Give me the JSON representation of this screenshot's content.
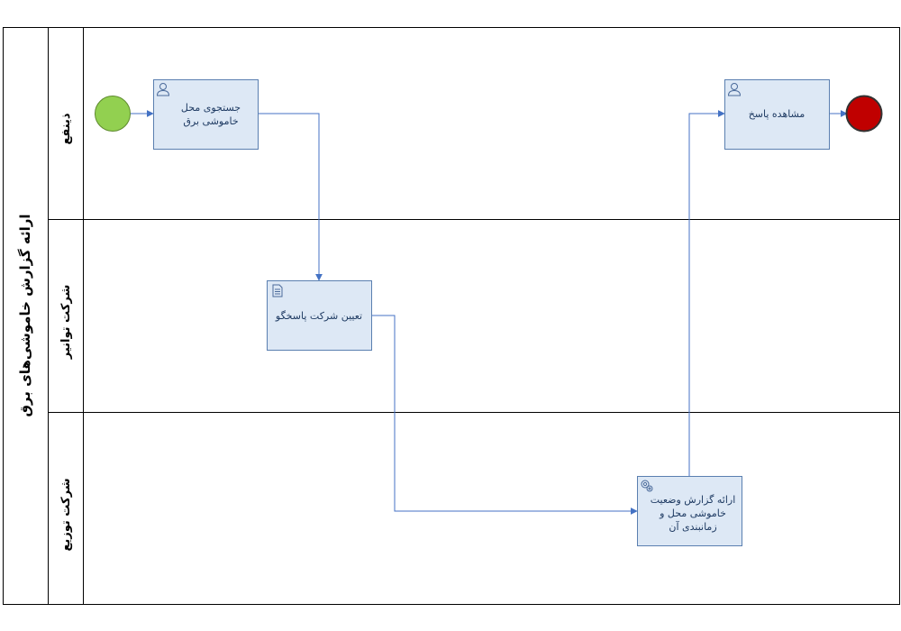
{
  "pool": {
    "title": "ارائه گزارش خاموشی‌های برق"
  },
  "lanes": [
    {
      "label": "ذینفع"
    },
    {
      "label": "شرکت توانیر"
    },
    {
      "label": "شرکت توزیع"
    }
  ],
  "tasks": [
    {
      "id": "search",
      "label": "جستجوی محل خاموشی برق",
      "icon": "user-icon"
    },
    {
      "id": "assign",
      "label": "تعیین شرکت پاسخگو",
      "icon": "script-icon"
    },
    {
      "id": "report",
      "label": "ارائه گزارش وضعیت خاموشی محل و زمانبندی آن",
      "icon": "gear-icon"
    },
    {
      "id": "view",
      "label": "مشاهده پاسخ",
      "icon": "user-icon"
    }
  ],
  "events": [
    {
      "id": "start",
      "type": "start",
      "color": "#92d050"
    },
    {
      "id": "end",
      "type": "end",
      "color": "#c00000"
    }
  ],
  "colors": {
    "task_fill": "#dde8f5",
    "task_border": "#5a7fb0",
    "flow": "#4472c4"
  }
}
